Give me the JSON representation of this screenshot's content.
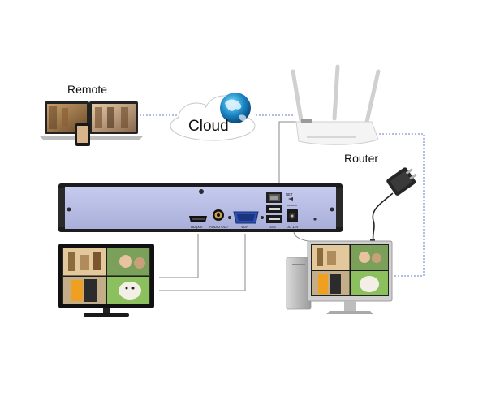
{
  "labels": {
    "remote": "Remote",
    "cloud": "Cloud",
    "router": "Router"
  },
  "nvr_ports": {
    "hdmi": "HD port",
    "audio_out": "AUDIO OUT",
    "vga": "VGA",
    "usb": "USB",
    "dc": "DC 12V",
    "net": "NET"
  },
  "colors": {
    "nvr_panel": "#b9bfe6",
    "nvr_frame": "#1c1c1c",
    "link_dashed": "#6a78c8",
    "cable": "#8a8a8a"
  },
  "icons": [
    "laptop-icon",
    "phone-icon",
    "cloud-icon",
    "globe-icon",
    "router-icon",
    "power-adapter-icon",
    "tv-monitor-icon",
    "desktop-pc-icon"
  ]
}
